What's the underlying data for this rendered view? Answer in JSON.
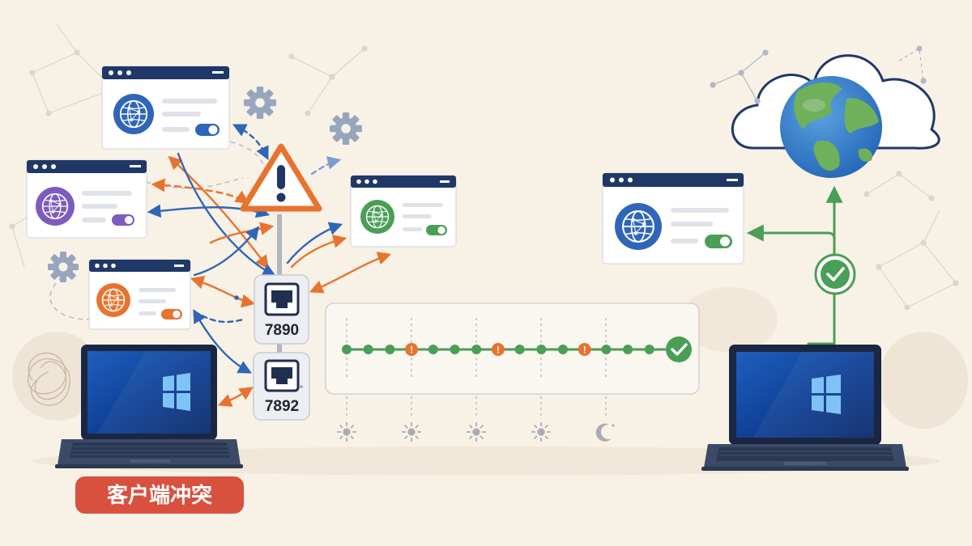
{
  "colors": {
    "background": "#f8f1e6",
    "navy": "#1f3868",
    "orange": "#e8732e",
    "blue": "#2f66b8",
    "green": "#4a9e55",
    "purple": "#7d5bbf",
    "red_badge": "#d9503f",
    "gray": "#a9acb2"
  },
  "ports": [
    {
      "label": "7890"
    },
    {
      "label": "7892"
    }
  ],
  "badge": {
    "label": "客户端冲突"
  },
  "proxy_windows_left": [
    {
      "accent": "#2f66b8",
      "toggle": "on"
    },
    {
      "accent": "#7d5bbf",
      "toggle": "on"
    },
    {
      "accent": "#4a9e55",
      "toggle": "on"
    },
    {
      "accent": "#e8732e",
      "toggle": "on"
    }
  ],
  "proxy_window_right": {
    "accent": "#2f66b8",
    "toggle": "on"
  },
  "timeline": {
    "nodes": [
      "ok",
      "ok",
      "ok",
      "warn",
      "ok",
      "ok",
      "ok",
      "warn",
      "ok",
      "ok",
      "ok",
      "warn",
      "ok",
      "ok",
      "ok",
      "ok"
    ],
    "end": "check"
  },
  "time_icons": [
    "sun-icon",
    "sun-icon",
    "sun-icon",
    "sun-icon",
    "moon-icon"
  ],
  "icons": {
    "warning": "warning-triangle-icon",
    "gear": "gear-icon",
    "globe": "globe-icon",
    "cloud": "cloud-icon",
    "check": "check-icon",
    "windows": "windows-logo-icon",
    "ethernet": "ethernet-port-icon"
  }
}
